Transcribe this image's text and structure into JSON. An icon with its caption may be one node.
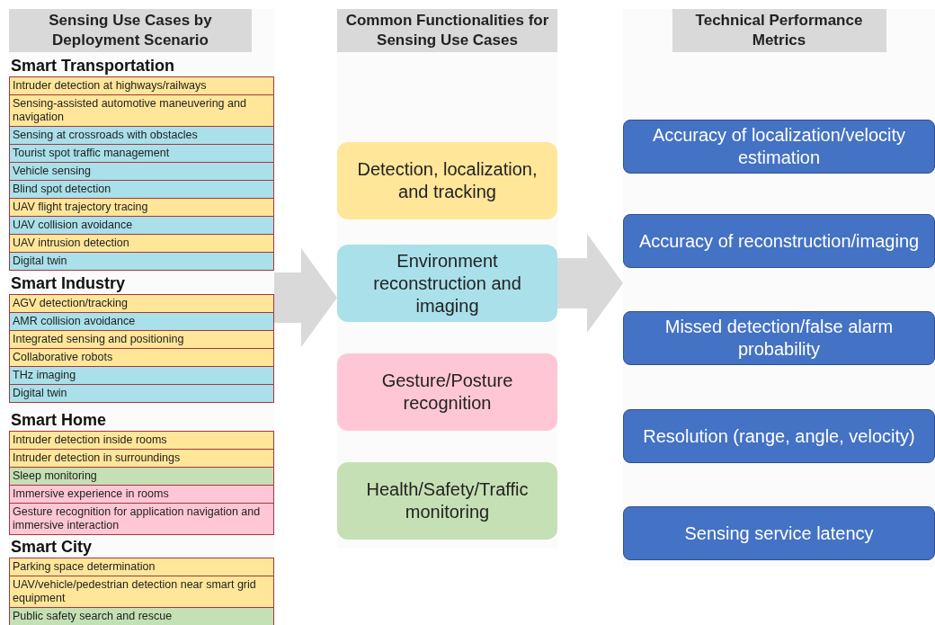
{
  "diagram": {
    "nodes": [
      {
        "text": [
          "Sensing Use Cases by Deployment Scenario"
        ]
      },
      {
        "text": [
          "Smart Transportation"
        ],
        "in": 0
      },
      {
        "text": [
          "Intruder detection at highways/railways"
        ],
        "in": 1
      },
      {
        "text": [
          "Sensing-assisted automotive maneuvering and navigation"
        ],
        "in": 1
      },
      {
        "text": [
          "Sensing at crossroads with obstacles"
        ],
        "in": 1
      },
      {
        "text": [
          "Tourist spot traffic management"
        ],
        "in": 1
      },
      {
        "text": [
          "Vehicle sensing"
        ],
        "in": 1
      },
      {
        "text": [
          "Blind spot detection"
        ],
        "in": 1
      },
      {
        "text": [
          "UAV flight trajectory tracing"
        ],
        "in": 1
      },
      {
        "text": [
          "UAV collision avoidance"
        ],
        "in": 1
      },
      {
        "text": [
          "UAV intrusion detection"
        ],
        "in": 1
      },
      {
        "text": [
          "Digital twin"
        ],
        "in": 1
      },
      {
        "text": [
          "Smart Industry"
        ],
        "in": 0
      },
      {
        "text": [
          "AGV detection/tracking"
        ],
        "in": 12
      },
      {
        "text": [
          "AMR collision avoidance"
        ],
        "in": 12
      },
      {
        "text": [
          "Integrated sensing and positioning"
        ],
        "in": 12
      },
      {
        "text": [
          "Collaborative robots"
        ],
        "in": 12
      },
      {
        "text": [
          "THz imaging"
        ],
        "in": 12
      },
      {
        "text": [
          "Digital twin"
        ],
        "in": 12
      },
      {
        "text": [
          "Smart Home"
        ],
        "in": 0
      },
      {
        "text": [
          "Intruder detection inside rooms"
        ],
        "in": 19
      },
      {
        "text": [
          "Intruder detection in surroundings"
        ],
        "in": 19
      },
      {
        "text": [
          "Sleep monitoring"
        ],
        "in": 19
      },
      {
        "text": [
          "Immersive experience in rooms"
        ],
        "in": 19
      },
      {
        "text": [
          "Gesture recognition for application navigation and immersive interaction"
        ],
        "in": 19
      },
      {
        "text": [
          "Smart City"
        ],
        "in": 0
      },
      {
        "text": [
          "Parking space determination"
        ],
        "in": 25
      },
      {
        "text": [
          "UAV/vehicle/pedestrian detection near smart grid equipment"
        ],
        "in": 25
      },
      {
        "text": [
          "Public safety search and rescue"
        ],
        "in": 25
      },
      {
        "text": [
          "Common Functionalities for Sensing Use Cases"
        ]
      },
      {
        "text": [
          "Detection, localization, and tracking"
        ],
        "in": 29
      },
      {
        "text": [
          "Environment reconstruction and imaging"
        ],
        "in": 29
      },
      {
        "text": [
          "Gesture/Posture recognition"
        ],
        "in": 29
      },
      {
        "text": [
          "Health/Safety/Traffic monitoring"
        ],
        "in": 29
      },
      {
        "text": [
          "Technical Performance Metrics"
        ]
      },
      {
        "text": [
          "Accuracy of localization/velocity estimation"
        ],
        "in": 34
      },
      {
        "text": [
          "Accuracy of reconstruction/imaging"
        ],
        "in": 34
      },
      {
        "text": [
          "Missed detection/false alarm probability"
        ],
        "in": 34
      },
      {
        "text": [
          "Resolution (range, angle, velocity)"
        ],
        "in": 34
      },
      {
        "text": [
          "Sensing service latency"
        ],
        "in": 34
      }
    ],
    "edges": [
      {
        "from": 0,
        "to": 29,
        "arrow": "to"
      },
      {
        "from": 29,
        "to": 34,
        "arrow": "to"
      }
    ]
  }
}
